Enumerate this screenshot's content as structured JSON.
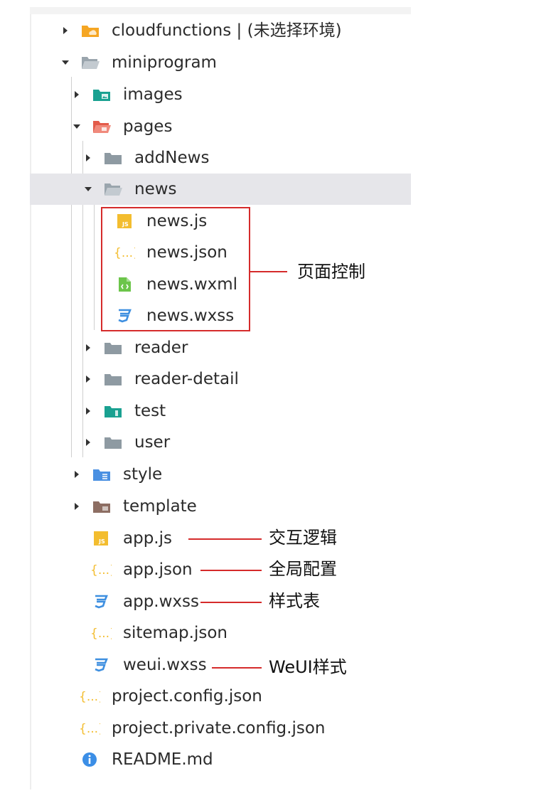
{
  "colors": {
    "accent_red": "#d52b2b",
    "selected_row": "#e6e6ea",
    "js_yellow": "#f3bd2f",
    "css_blue": "#3e8fe0",
    "wxml_green": "#6cc54a",
    "folder_gray": "#8e9aa2",
    "folder_teal": "#1aa191",
    "folder_red": "#e35b4a",
    "folder_orange": "#f5a623",
    "folder_blue": "#4a90e2",
    "folder_brown": "#8d6e63",
    "info_blue": "#3b8ee6"
  },
  "tree": {
    "cloudfunctions": {
      "label": "cloudfunctions | (未选择环境)"
    },
    "miniprogram": {
      "label": "miniprogram"
    },
    "images": {
      "label": "images"
    },
    "pages": {
      "label": "pages"
    },
    "addNews": {
      "label": "addNews"
    },
    "news": {
      "label": "news"
    },
    "news_js": {
      "label": "news.js"
    },
    "news_json": {
      "label": "news.json"
    },
    "news_wxml": {
      "label": "news.wxml"
    },
    "news_wxss": {
      "label": "news.wxss"
    },
    "reader": {
      "label": "reader"
    },
    "reader_detail": {
      "label": "reader-detail"
    },
    "test": {
      "label": "test"
    },
    "user": {
      "label": "user"
    },
    "style": {
      "label": "style"
    },
    "template": {
      "label": "template"
    },
    "app_js": {
      "label": "app.js"
    },
    "app_json": {
      "label": "app.json"
    },
    "app_wxss": {
      "label": "app.wxss"
    },
    "sitemap_json": {
      "label": "sitemap.json"
    },
    "weui_wxss": {
      "label": "weui.wxss"
    },
    "project_config": {
      "label": "project.config.json"
    },
    "project_private_config": {
      "label": "project.private.config.json"
    },
    "readme": {
      "label": "README.md"
    }
  },
  "annotations": {
    "page_control": "页面控制",
    "interaction_logic": "交互逻辑",
    "global_config": "全局配置",
    "stylesheet": "样式表",
    "weui_style": "WeUI样式"
  }
}
